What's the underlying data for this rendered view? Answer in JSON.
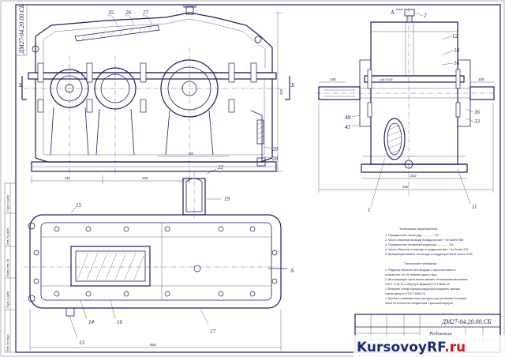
{
  "drawing": {
    "code": "ДМ27-04.20.00.СБ",
    "code_top": "ДМ27-04.20.00.СБ",
    "title": "Редуктор"
  },
  "callouts_front": [
    "35",
    "26",
    "27",
    "29",
    "28"
  ],
  "callouts_side": [
    "2",
    "12",
    "14",
    "16",
    "36",
    "33",
    "48",
    "43",
    "1",
    "11"
  ],
  "callouts_plan": [
    "15",
    "22",
    "19",
    "14",
    "16",
    "17",
    "13"
  ],
  "view_labels": {
    "section_left": "Б",
    "section_right": "Б",
    "view_a_top": "А",
    "view_a_plan": "А"
  },
  "dims": {
    "front_bottom_1": "111",
    "front_bottom_2": "205",
    "front_bottom_3": "50",
    "front_height": "342",
    "side_left": "105",
    "side_right": "105",
    "side_bottom_1": "210",
    "side_bottom_2": "400",
    "plan_length": "625",
    "side_fit": "⌀34 H7/k6"
  },
  "notes": {
    "specs_title": "Техническая характеристика",
    "specs": [
      "1. Передаточное число ред.  ..............  3,5",
      "2. Число оборотов на входе в редуктор мин⁻¹ не более  965",
      "3. Передаточное отношение редуктора  ..............  4,5",
      "4. Число оборотов на выходе из редуктора мин⁻¹ не более 213",
      "5. Вращающий момент на выходе из редуктора Нм не более 2009"
    ],
    "req_title": "Технические требования",
    "reqs": [
      "1. Редуктор обкатать без нагрузки с частотой mаснэ 1",
      "количестве 10ч. В течении одного часа.",
      "2. Выступающие части валов смазать техническим вазелином",
      "ГОСТ 1716-75 и обернуть бумагой ГОСТ 8828-75.",
      "3. Внешние стенки корпуса редуктора покрасить эмалью",
      "серого цвета по ГОСТ 6465-76.",
      "4. Крепить стяжными осям, заглушить до установки болтовых",
      "пасте по плоскости соединения с крышкой корпуса."
    ]
  },
  "side_strip": [
    "Инв. № подл.",
    "Подп. и дата",
    "Взам. инв. №",
    "Инв. № дубл.",
    "Подп. и дата"
  ],
  "watermark": {
    "main": "KursovoyRF",
    "suffix": ".ru"
  }
}
